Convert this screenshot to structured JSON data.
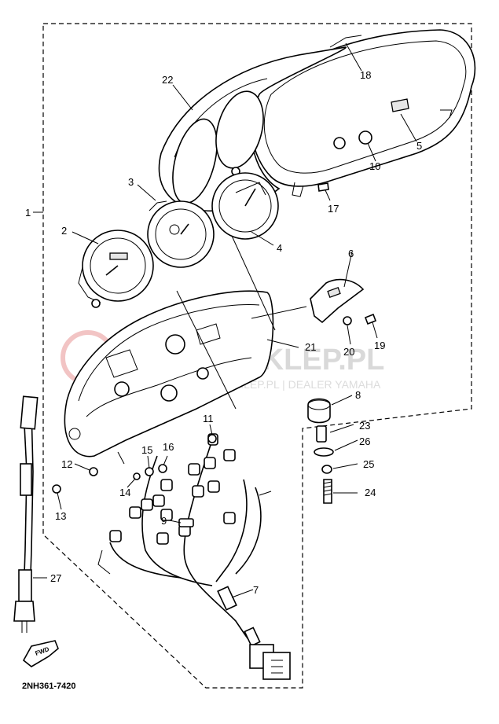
{
  "watermark": {
    "main": "YAMASKLEP.PL",
    "sub": "WWW.YAMASKLEP.PL | DEALER YAMAHA",
    "color": "#e8a0a0"
  },
  "diagram_code": "2NH361-7420",
  "fwd_arrow_label": "FWD",
  "part_labels": {
    "p1": "1",
    "p2": "2",
    "p3": "3",
    "p4": "4",
    "p5": "5",
    "p6": "6",
    "p7": "7",
    "p8": "8",
    "p9": "9",
    "p10": "10",
    "p11": "11",
    "p12": "12",
    "p13": "13",
    "p14": "14",
    "p15": "15",
    "p16": "16",
    "p17": "17",
    "p18": "18",
    "p19": "19",
    "p20": "20",
    "p21": "21",
    "p22": "22",
    "p23": "23",
    "p24": "24",
    "p25": "25",
    "p26": "26",
    "p27": "27"
  }
}
